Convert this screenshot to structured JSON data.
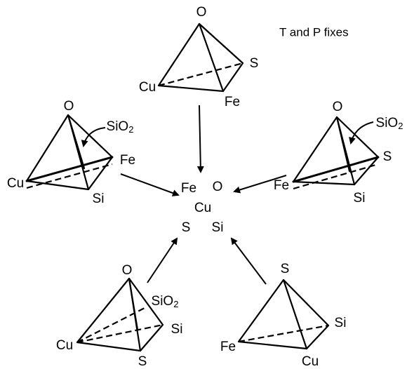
{
  "title": "T and P fixes",
  "center": {
    "fe": "Fe",
    "o": "O",
    "cu": "Cu",
    "s": "S",
    "si": "Si"
  },
  "top": {
    "o": "O",
    "s": "S",
    "cu": "Cu",
    "fe": "Fe"
  },
  "left": {
    "o": "O",
    "sio2": "SiO",
    "sub": "2",
    "fe": "Fe",
    "cu": "Cu",
    "si": "Si"
  },
  "right": {
    "o": "O",
    "sio2": "SiO",
    "sub": "2",
    "s": "S",
    "fe": "Fe",
    "si": "Si"
  },
  "bottom_left": {
    "o": "O",
    "sio2": "SiO",
    "sub": "2",
    "si": "Si",
    "cu": "Cu",
    "s": "S"
  },
  "bottom_right": {
    "s": "S",
    "si": "Si",
    "fe": "Fe",
    "cu": "Cu"
  }
}
